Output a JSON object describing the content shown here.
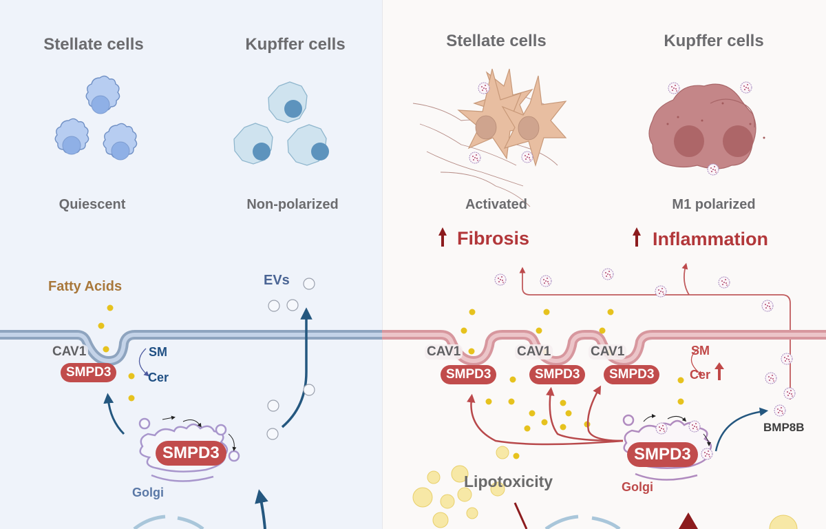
{
  "left_panel": {
    "stellate": {
      "title": "Stellate cells",
      "state": "Quiescent"
    },
    "kupffer": {
      "title": "Kupffer cells",
      "state": "Non-polarized"
    },
    "fatty_acids_label": "Fatty Acids",
    "evs_label": "EVs",
    "cav1_label": "CAV1",
    "membrane_enzyme": "SMPD3",
    "sm_label": "SM",
    "cer_label": "Cer",
    "golgi_enzyme": "SMPD3",
    "golgi_label": "Golgi"
  },
  "right_panel": {
    "stellate": {
      "title": "Stellate cells",
      "state": "Activated"
    },
    "kupffer": {
      "title": "Kupffer cells",
      "state": "M1 polarized"
    },
    "outcomes": [
      {
        "label": "Fibrosis",
        "direction": "up"
      },
      {
        "label": "Inflammation",
        "direction": "up"
      }
    ],
    "caveolae": [
      {
        "cav_label": "CAV1",
        "enzyme": "SMPD3"
      },
      {
        "cav_label": "CAV1",
        "enzyme": "SMPD3"
      },
      {
        "cav_label": "CAV1",
        "enzyme": "SMPD3"
      }
    ],
    "sm_label": "SM",
    "cer_label": "Cer",
    "cer_direction": "up",
    "golgi_enzyme": "SMPD3",
    "golgi_label": "Golgi",
    "lipotoxicity_label": "Lipotoxicity",
    "bmp_label": "BMP8B"
  },
  "colors": {
    "left_bg": "#eff3fa",
    "right_bg": "#fbf9f8",
    "enzyme_pill": "#c14c4c",
    "outcome_text": "#b2373a",
    "blue_arrow": "#24577f",
    "red_arrow": "#b8494b",
    "fatty_acid_dot": "#e6c21e",
    "membrane_blue": "#8ea4bf",
    "membrane_red": "#d99aa1"
  }
}
